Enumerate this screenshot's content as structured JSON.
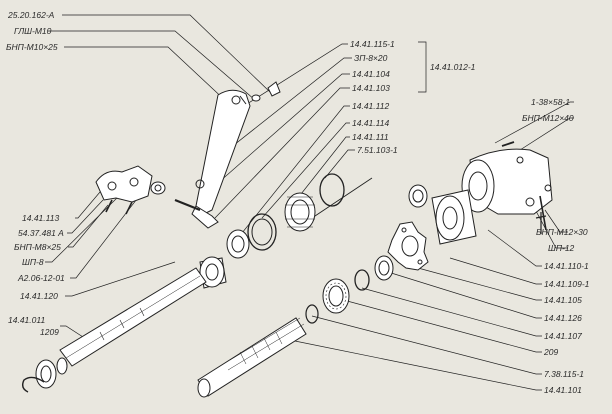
{
  "labels": {
    "l1": "25.20.162-А",
    "l2": "ГЛШ-М10",
    "l3": "БНП-М10×25",
    "l4": "14.41.115-1",
    "l5": "ЗП-8×20",
    "l6": "14.41.104",
    "l7": "14.41.103",
    "l8": "14.41.112",
    "l9": "14.41.114",
    "l10": "14.41.111",
    "l11": "7.51.103-1",
    "l12": "14.41.012-1",
    "l13": "1-38×58-1",
    "l14": "БНП-М12×40",
    "l15": "БНП-М12×30",
    "l16": "ШП-12",
    "l17": "14.41.113",
    "l18": "54.37.481 А",
    "l19": "БНП-М8×25",
    "l20": "ШП-8",
    "l21": "А2.06-12-01",
    "l22": "14.41.120",
    "l23": "14.41.011",
    "l24": "1209",
    "l25": "14.41.110-1",
    "l26": "14.41.109-1",
    "l27": "14.41.105",
    "l28": "14.41.126",
    "l29": "14.41.107",
    "l30": "209",
    "l31": "7.38.115-1",
    "l32": "14.41.101"
  }
}
